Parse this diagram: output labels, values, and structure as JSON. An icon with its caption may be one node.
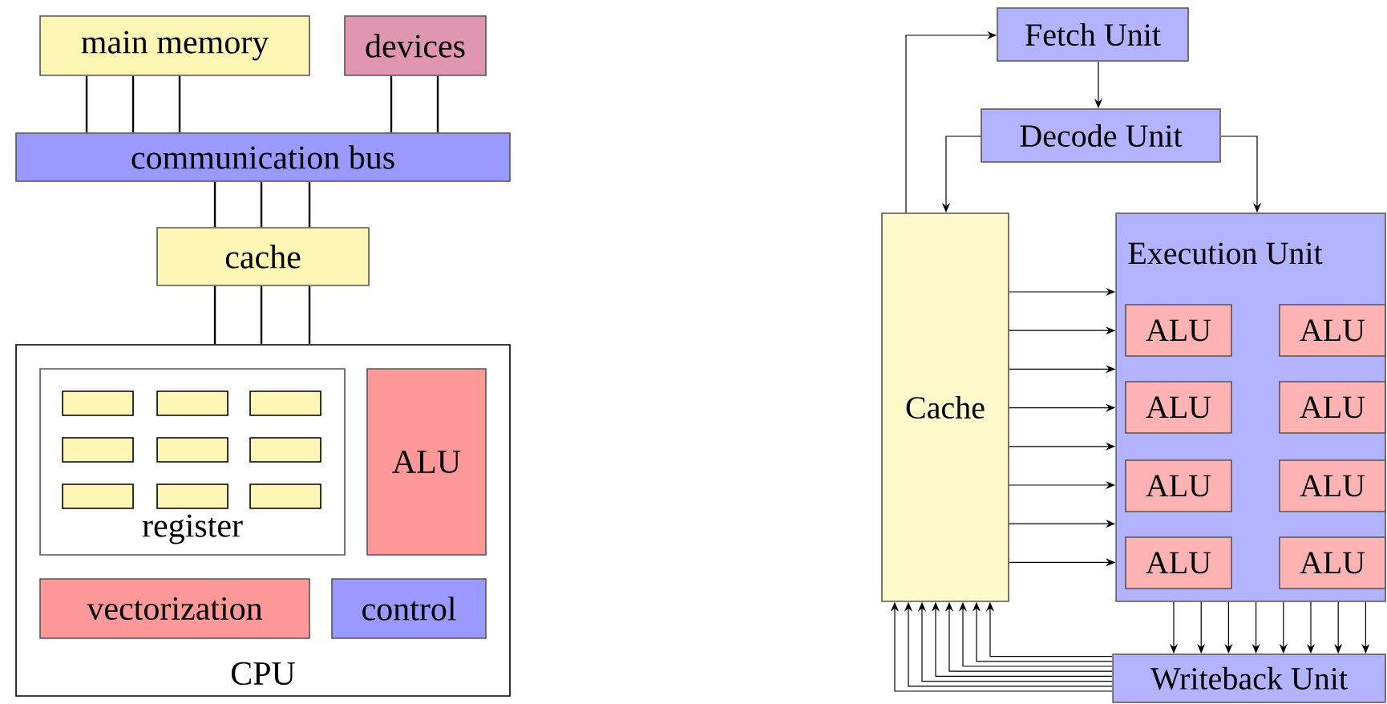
{
  "diagram": {
    "nodes": [
      {
        "text": [
          "main memory"
        ]
      },
      {
        "text": [
          "devices"
        ]
      },
      {
        "text": [
          "communication bus"
        ]
      },
      {
        "text": [
          "cache"
        ]
      },
      {
        "text": [
          "CPU"
        ]
      },
      {
        "text": [
          "register"
        ],
        "in": 4
      },
      {
        "text": [],
        "shape": "box",
        "in": 5
      },
      {
        "text": [],
        "shape": "box",
        "in": 5
      },
      {
        "text": [],
        "shape": "box",
        "in": 5
      },
      {
        "text": [],
        "shape": "box",
        "in": 5
      },
      {
        "text": [],
        "shape": "box",
        "in": 5
      },
      {
        "text": [],
        "shape": "box",
        "in": 5
      },
      {
        "text": [],
        "shape": "box",
        "in": 5
      },
      {
        "text": [],
        "shape": "box",
        "in": 5
      },
      {
        "text": [],
        "shape": "box",
        "in": 5
      },
      {
        "text": [
          "ALU"
        ],
        "in": 4
      },
      {
        "text": [
          "vectorization"
        ],
        "in": 4
      },
      {
        "text": [
          "control"
        ],
        "in": 4
      },
      {
        "text": [
          "Fetch Unit"
        ]
      },
      {
        "text": [
          "Decode Unit"
        ]
      },
      {
        "text": [
          "Cache"
        ]
      },
      {
        "text": [
          "Execution Unit"
        ]
      },
      {
        "text": [
          "ALU"
        ],
        "in": 21
      },
      {
        "text": [
          "ALU"
        ],
        "in": 21
      },
      {
        "text": [
          "ALU"
        ],
        "in": 21
      },
      {
        "text": [
          "ALU"
        ],
        "in": 21
      },
      {
        "text": [
          "ALU"
        ],
        "in": 21
      },
      {
        "text": [
          "ALU"
        ],
        "in": 21
      },
      {
        "text": [
          "ALU"
        ],
        "in": 21
      },
      {
        "text": [
          "ALU"
        ],
        "in": 21
      },
      {
        "text": [
          "Writeback Unit"
        ]
      }
    ],
    "edges": [
      {
        "from": 0,
        "to": 2,
        "arrow": "none"
      },
      {
        "from": 0,
        "to": 2,
        "arrow": "none"
      },
      {
        "from": 0,
        "to": 2,
        "arrow": "none"
      },
      {
        "from": 1,
        "to": 2,
        "arrow": "none"
      },
      {
        "from": 1,
        "to": 2,
        "arrow": "none"
      },
      {
        "from": 2,
        "to": 3,
        "arrow": "none"
      },
      {
        "from": 2,
        "to": 3,
        "arrow": "none"
      },
      {
        "from": 2,
        "to": 3,
        "arrow": "none"
      },
      {
        "from": 3,
        "to": 4,
        "arrow": "none"
      },
      {
        "from": 3,
        "to": 4,
        "arrow": "none"
      },
      {
        "from": 3,
        "to": 4,
        "arrow": "none"
      },
      {
        "from": 18,
        "to": 19,
        "arrow": "to"
      },
      {
        "from": 19,
        "to": 20,
        "arrow": "to"
      },
      {
        "from": 19,
        "to": 21,
        "arrow": "to"
      },
      {
        "from": 20,
        "to": 18,
        "arrow": "to"
      },
      {
        "from": 20,
        "to": 21,
        "arrow": "to"
      },
      {
        "from": 20,
        "to": 21,
        "arrow": "to"
      },
      {
        "from": 20,
        "to": 21,
        "arrow": "to"
      },
      {
        "from": 20,
        "to": 21,
        "arrow": "to"
      },
      {
        "from": 20,
        "to": 21,
        "arrow": "to"
      },
      {
        "from": 20,
        "to": 21,
        "arrow": "to"
      },
      {
        "from": 20,
        "to": 21,
        "arrow": "to"
      },
      {
        "from": 20,
        "to": 21,
        "arrow": "to"
      },
      {
        "from": 21,
        "to": 30,
        "arrow": "to"
      },
      {
        "from": 21,
        "to": 30,
        "arrow": "to"
      },
      {
        "from": 21,
        "to": 30,
        "arrow": "to"
      },
      {
        "from": 21,
        "to": 30,
        "arrow": "to"
      },
      {
        "from": 21,
        "to": 30,
        "arrow": "to"
      },
      {
        "from": 21,
        "to": 30,
        "arrow": "to"
      },
      {
        "from": 21,
        "to": 30,
        "arrow": "to"
      },
      {
        "from": 21,
        "to": 30,
        "arrow": "to"
      },
      {
        "from": 30,
        "to": 20,
        "arrow": "to"
      },
      {
        "from": 30,
        "to": 20,
        "arrow": "to"
      },
      {
        "from": 30,
        "to": 20,
        "arrow": "to"
      },
      {
        "from": 30,
        "to": 20,
        "arrow": "to"
      },
      {
        "from": 30,
        "to": 20,
        "arrow": "to"
      },
      {
        "from": 30,
        "to": 20,
        "arrow": "to"
      },
      {
        "from": 30,
        "to": 20,
        "arrow": "to"
      },
      {
        "from": 30,
        "to": 20,
        "arrow": "to"
      }
    ]
  }
}
